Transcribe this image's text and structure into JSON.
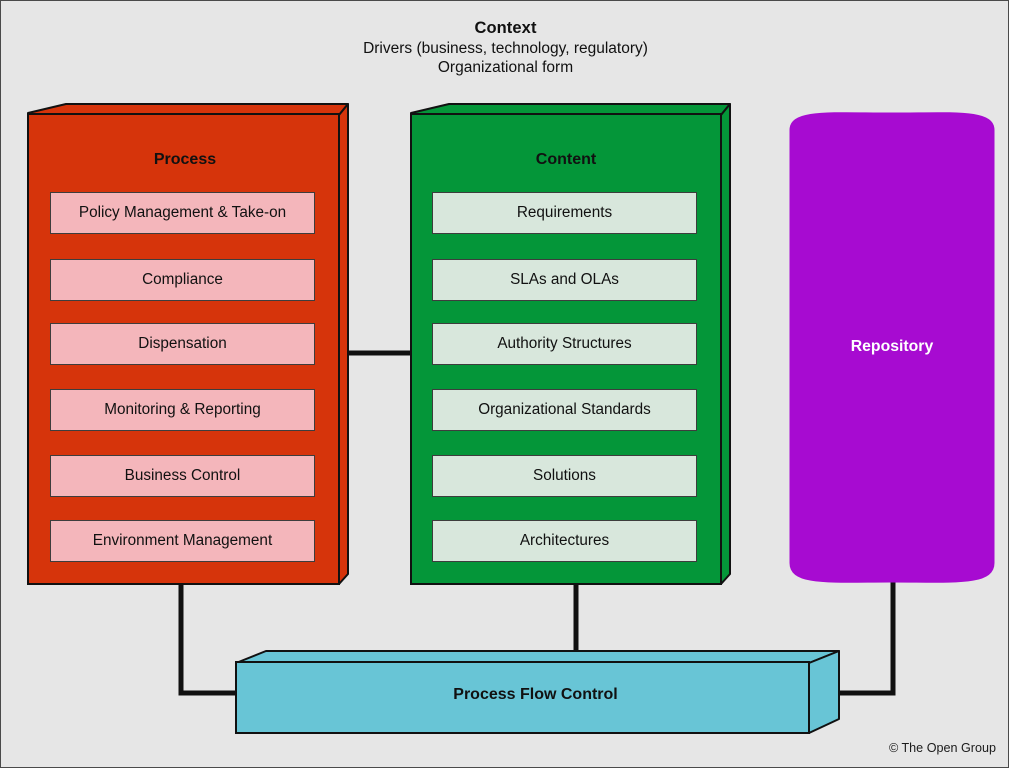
{
  "diagram": {
    "background_color": "#e6e6e6",
    "context": {
      "title": "Context",
      "line1": "Drivers (business, technology, regulatory)",
      "line2": "Organizational form"
    },
    "pillars": [
      {
        "id": "process",
        "title": "Process",
        "body_color": "#d6340b",
        "chip_color": "#f4b6bb",
        "items": [
          "Policy Management & Take-on",
          "Compliance",
          "Dispensation",
          "Monitoring & Reporting",
          "Business Control",
          "Environment Management"
        ]
      },
      {
        "id": "content",
        "title": "Content",
        "body_color": "#049639",
        "chip_color": "#d8e7dc",
        "items": [
          "Requirements",
          "SLAs and OLAs",
          "Authority Structures",
          "Organizational Standards",
          "Solutions",
          "Architectures"
        ]
      }
    ],
    "repository": {
      "label": "Repository",
      "color": "#a70bd1"
    },
    "process_flow_control": {
      "label": "Process Flow Control",
      "color": "#68c5d6"
    },
    "connectors": [
      "process-to-content",
      "process-to-process-flow-control",
      "content-to-process-flow-control",
      "repository-to-process-flow-control"
    ],
    "copyright": "© The Open Group"
  }
}
